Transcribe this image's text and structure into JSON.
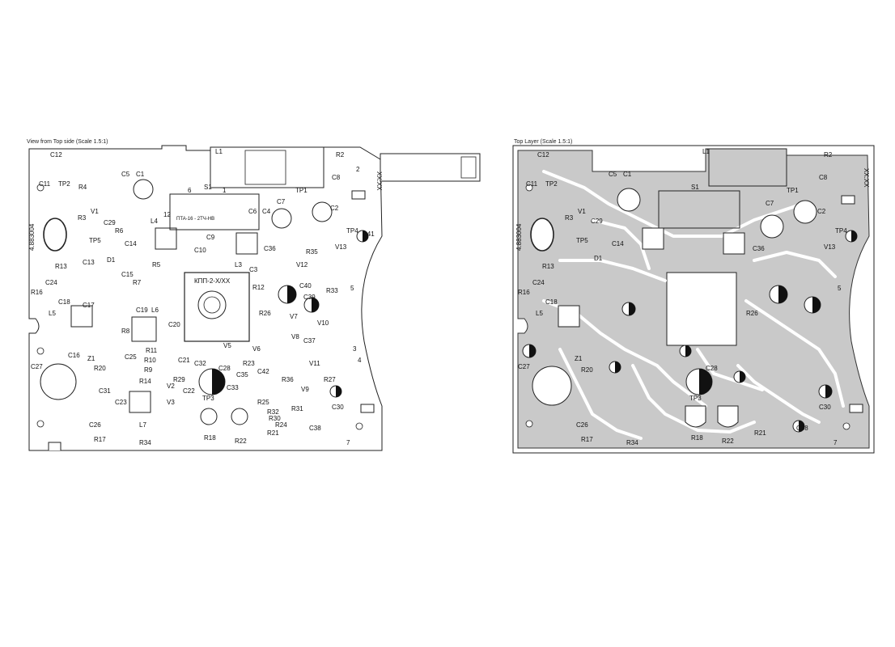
{
  "views": [
    {
      "caption": "View from Top side (Scale 1.5:1)",
      "board_code": "4.883004",
      "version_mark": "XX.XX",
      "switch_text_1": "КПП-2-Х/ХХ",
      "switch_text_2": "ПТА-16 - 2ТЧ-НВ",
      "labels": [
        "C12",
        "C11",
        "TP2",
        "R4",
        "C5",
        "C1",
        "S1",
        "6",
        "1",
        "L1",
        "R2",
        "C8",
        "2",
        "TP1",
        "C7",
        "C2",
        "R3",
        "V1",
        "C29",
        "L4",
        "12",
        "C6",
        "C4",
        "TP4",
        "C41",
        "TP5",
        "R6",
        "C14",
        "C9",
        "C10",
        "C36",
        "V13",
        "R13",
        "D1",
        "C13",
        "C15",
        "R5",
        "L3",
        "C3",
        "R35",
        "V12",
        "C24",
        "R7",
        "R12",
        "C40",
        "R33",
        "R16",
        "C18",
        "C17",
        "L5",
        "C19",
        "L6",
        "R26",
        "C39",
        "V7",
        "V10",
        "R8",
        "C20",
        "C37",
        "V8",
        "C16",
        "Z1",
        "R11",
        "C21",
        "C32",
        "V5",
        "V6",
        "R29",
        "C27",
        "R20",
        "R10",
        "R9",
        "C28",
        "R23",
        "V11",
        "C25",
        "R14",
        "V2",
        "C35",
        "C42",
        "R36",
        "C31",
        "C23",
        "V3",
        "C22",
        "C33",
        "R27",
        "V9",
        "C30",
        "R25",
        "R32",
        "TP3",
        "R30",
        "C26",
        "L7",
        "R31",
        "C38",
        "R17",
        "R34",
        "R18",
        "R22",
        "R21",
        "R24",
        "5",
        "3",
        "4",
        "7"
      ]
    },
    {
      "caption": "Top Layer (Scale 1.5:1)",
      "board_code": "4.883004",
      "version_mark": "XX.XX"
    }
  ]
}
